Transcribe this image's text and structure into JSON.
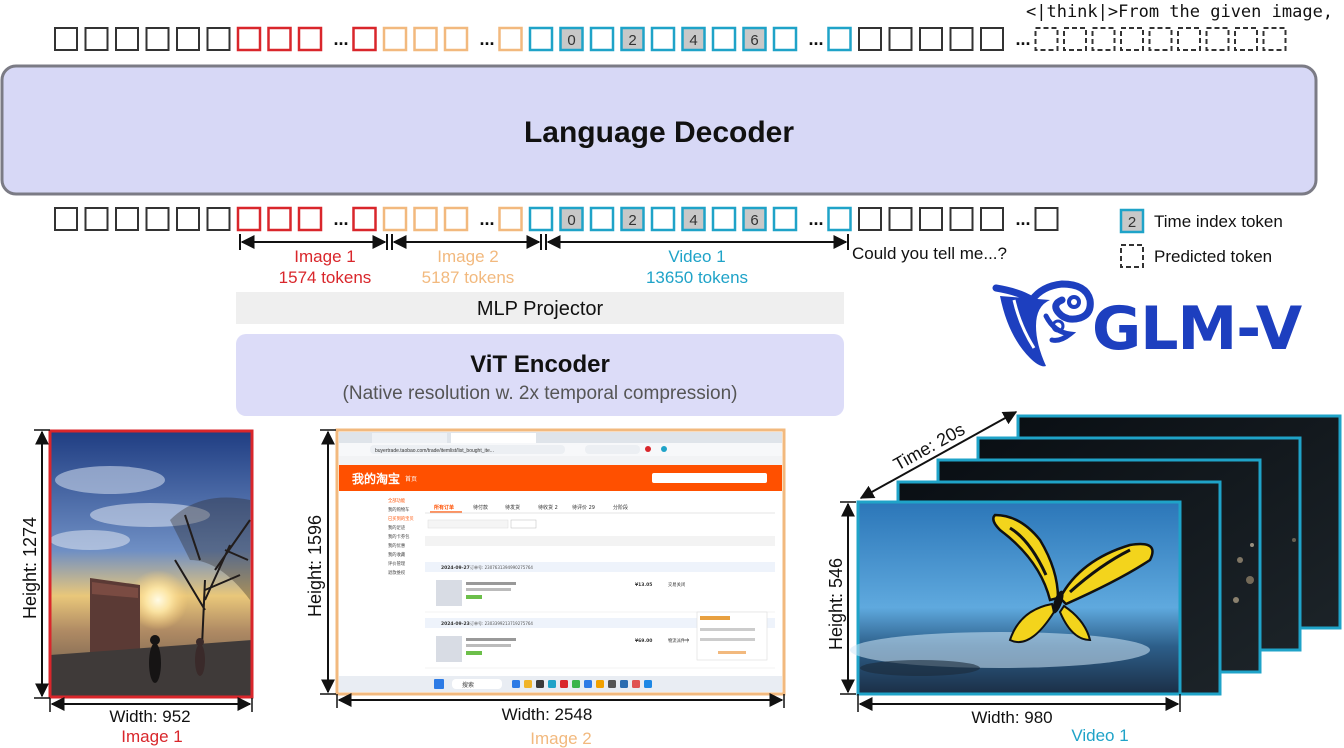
{
  "colors": {
    "gray": "#333333",
    "red": "#d9262b",
    "orange": "#f2b97e",
    "blue": "#1fa3c8",
    "decoder_fill": "#d7d8f6",
    "projector_fill": "#efefef",
    "vit_fill": "#dcdcf8",
    "token_gray_fill": "#c8c8c8",
    "logo_blue": "#1d3fbf"
  },
  "output_text": "<|think|>From the given image, ...",
  "decoder": {
    "title": "Language Decoder"
  },
  "time_tokens": [
    "0",
    "2",
    "4",
    "6"
  ],
  "segments": {
    "image1": {
      "name": "Image 1",
      "tokens": "1574 tokens"
    },
    "image2": {
      "name": "Image 2",
      "tokens": "5187 tokens"
    },
    "video1": {
      "name": "Video 1",
      "tokens": "13650 tokens"
    }
  },
  "question": "Could you tell me...?",
  "legend": {
    "time_index_example": "2",
    "time_index_label": "Time index token",
    "predicted_label": "Predicted token"
  },
  "projector": {
    "label": "MLP Projector"
  },
  "vit": {
    "title": "ViT Encoder",
    "subtitle": "(Native resolution w. 2x temporal compression)"
  },
  "logo": {
    "text": "GLM-V"
  },
  "inputs": {
    "image1": {
      "height": "Height: 1274",
      "width": "Width: 952",
      "label": "Image 1"
    },
    "image2": {
      "height": "Height: 1596",
      "width": "Width: 2548",
      "label": "Image 2",
      "screen": {
        "url": "buyertrade.taobao.com/trade/itemlist/list_bought_ite...",
        "site_title": "我的淘宝",
        "nav_home": "首页",
        "tabs": [
          "所有订单",
          "待付款",
          "待发货",
          "待收货 2",
          "待评价 29",
          "分阶段"
        ],
        "sidebar": [
          "全部功能",
          "我的购物车",
          "已买到的宝贝",
          "我的足迹",
          "我的卡券包",
          "我的优惠",
          "我的收藏",
          "评价管理",
          "退款维权"
        ],
        "orders": [
          {
            "date": "2024-09-27",
            "no": "订单号: 2307631394990275764",
            "price": "¥13.05",
            "status": "交易关闭"
          },
          {
            "date": "2024-09-23",
            "no": "订单号: 2303399213719275764",
            "price": "¥69.00",
            "status": "物流派件中"
          }
        ],
        "search": "搜索"
      }
    },
    "video1": {
      "time": "Time: 20s",
      "height": "Height: 546",
      "width": "Width: 980",
      "label": "Video 1"
    }
  }
}
